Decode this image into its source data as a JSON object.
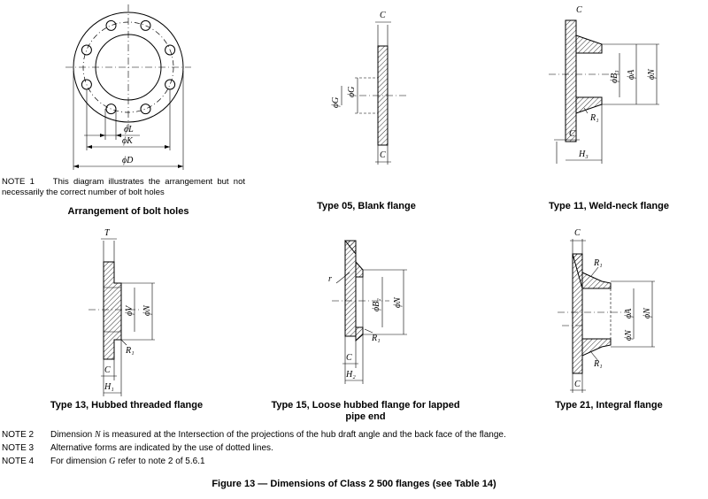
{
  "captions": {
    "bolt_holes": "Arrangement of bolt holes",
    "type05": "Type 05, Blank flange",
    "type11": "Type 11, Weld-neck flange",
    "type13": "Type 13, Hubbed threaded flange",
    "type15_line1": "Type 15, Loose hubbed flange for lapped",
    "type15_line2": "pipe end",
    "type21": "Type 21, Integral flange",
    "figure": "Figure 13 — Dimensions of Class 2 500 flanges (see Table 14)"
  },
  "labels": {
    "phi_L": "ϕL",
    "phi_K": "ϕK",
    "phi_D": "ϕD",
    "phi_G": "ϕG",
    "C": "C",
    "phi_B3": "ϕB₃",
    "phi_A": "ϕA",
    "phi_N": "ϕN",
    "R1": "R₁",
    "H3": "H₃",
    "T": "T",
    "phi_V": "ϕV",
    "H1": "H₁",
    "r": "r",
    "phi_B2": "ϕB₂",
    "H2": "H₂"
  },
  "notes": {
    "note1_prefix": "NOTE 1",
    "note1_text": "This diagram illustrates the arrangement but not necessarily the correct number of bolt holes",
    "note2_tag": "NOTE 2",
    "note2_a": "Dimension ",
    "note2_sym": "N",
    "note2_b": " is measured at the Intersection of the projections of the hub draft angle and the back face of the flange.",
    "note3_tag": "NOTE 3",
    "note3_text": "Alternative forms are indicated by the use of dotted lines.",
    "note4_tag": "NOTE 4",
    "note4_a": "For dimension ",
    "note4_sym": "G",
    "note4_b": " refer to note 2 of 5.6.1"
  }
}
